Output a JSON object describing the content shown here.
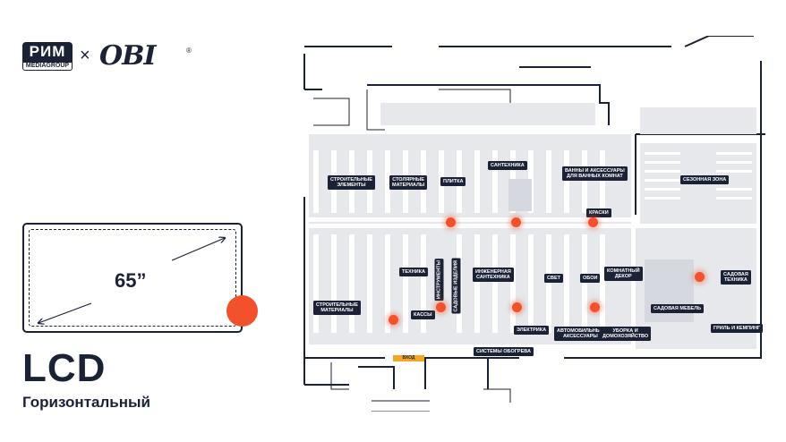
{
  "brand": {
    "rim_text": "РИМ",
    "rim_sub": "MEDIAGROUP",
    "times": "×",
    "obi_text": "OBI",
    "reg_mark": "®"
  },
  "screen": {
    "size": "65”",
    "dot_color": "#f2512b"
  },
  "format": {
    "title": "LCD",
    "orientation": "Горизонтальный"
  },
  "plan": {
    "entry": "ВХОД",
    "labels": [
      "СТРОИТЕЛЬНЫЕ\nЭЛЕМЕНТЫ",
      "СТОЛЯРНЫЕ\nМАТЕРИАЛЫ",
      "ПЛИТКА",
      "САНТЕХНИКА",
      "ВАННЫ И АКСЕССУАРЫ\nДЛЯ ВАННЫХ КОМНАТ",
      "СЕЗОННАЯ ЗОНА",
      "КРАСКИ",
      "ТЕХНИКА",
      "ИНЖЕНЕРНАЯ\nСАНТЕХНИКА",
      "СВЕТ",
      "ОБОИ",
      "КОМНАТНЫЙ\nДЕКОР",
      "САДОВАЯ\nТЕХНИКА",
      "СТРОИТЕЛЬНЫЕ\nМАТЕРИАЛЫ",
      "КАССЫ",
      "САДОВАЯ МЕБЕЛЬ",
      "ЭЛЕКТРИКА",
      "АВТОМОБИЛЬНЫЕ\nАКСЕССУАРЫ",
      "УБОРКА И\nДОМОХОЗЯЙСТВО",
      "ГРИЛЬ И КЕМПИНГ",
      "СИСТЕМЫ ОБОГРЕВА"
    ],
    "vlabels": [
      "ИНСТРУМЕНТЫ",
      "САДОВЫЕ ИЗДЕЛИЯ"
    ]
  }
}
